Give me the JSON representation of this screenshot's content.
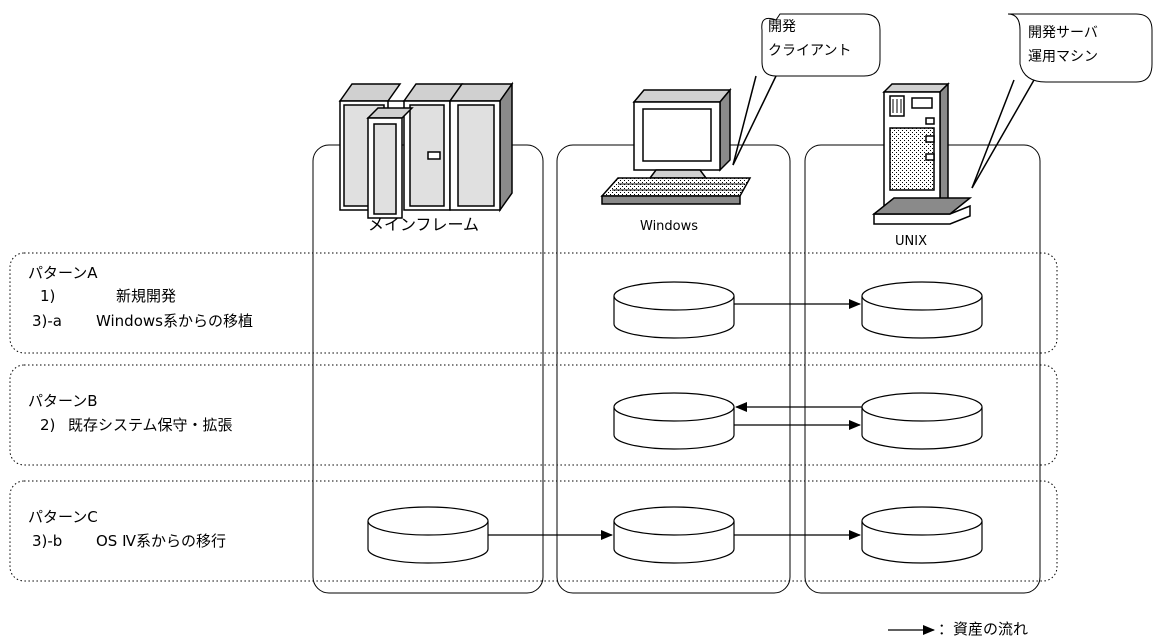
{
  "columns": {
    "mainframe": {
      "label": "メインフレーム"
    },
    "windows": {
      "label": "Windows"
    },
    "unix": {
      "label": "UNIX"
    }
  },
  "callouts": {
    "client": {
      "line1": "開発",
      "line2": "クライアント"
    },
    "server": {
      "line1": "開発サーバ",
      "line2": "運用マシン"
    }
  },
  "patterns": [
    {
      "title": "パターンA",
      "items": [
        {
          "num": "1)",
          "text": "新規開発"
        },
        {
          "num": "3)-a",
          "text": "Windows系からの移植"
        }
      ]
    },
    {
      "title": "パターンB",
      "items": [
        {
          "num": "2)",
          "text": "既存システム保守・拡張"
        }
      ]
    },
    {
      "title": "パターンC",
      "items": [
        {
          "num": "3)-b",
          "text": "OS Ⅳ系からの移行"
        }
      ]
    }
  ],
  "legend": {
    "text": "：資産の流れ"
  }
}
